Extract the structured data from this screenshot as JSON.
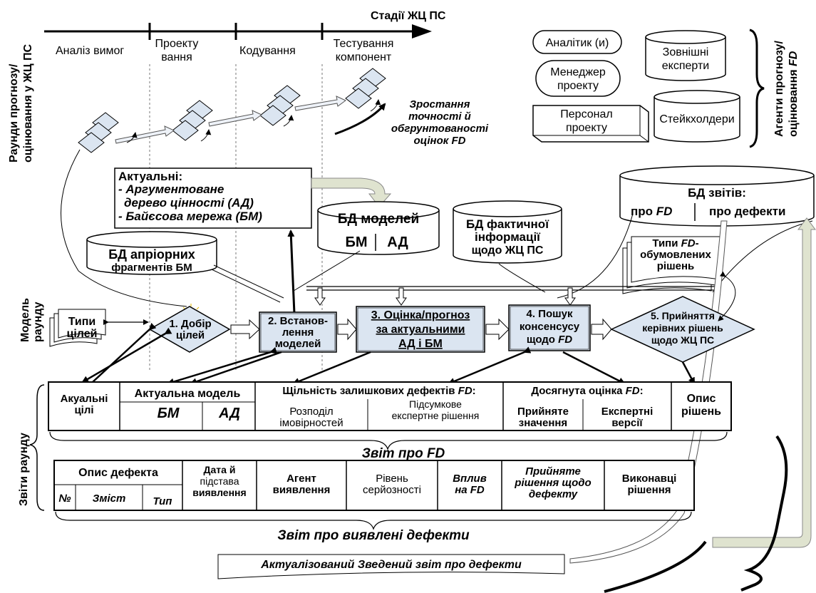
{
  "timeline": {
    "title": "Стадії ЖЦ ПС",
    "stage1": "Аналіз вимог",
    "stage2_line1": "Проекту",
    "stage2_line2": "вання",
    "stage3": "Кодування",
    "stage4_line1": "Тестування",
    "stage4_line2": "компонент"
  },
  "left_axis": {
    "line1": "Раунди прогнозу/",
    "line2": "оцінювання у ЖЦ ПС"
  },
  "accuracy": {
    "line1": "Зростання",
    "line2": "точності й",
    "line3": "обгрунтованості",
    "line4": "оцінок FD"
  },
  "agents": {
    "axis_line1": "Агенти прогнозу/",
    "axis_line2_prefix": "оцінювання ",
    "axis_line2_fd": "FD",
    "analyst": "Аналітик (и)",
    "manager_line1": "Менеджер",
    "manager_line2": "проекту",
    "personnel_line1": "Персонал",
    "personnel_line2": "проекту",
    "external_line1": "Зовнішні",
    "external_line2": "експерти",
    "stakeholders": "Стейкхолдери"
  },
  "actual_box": {
    "title": "Актуальні:",
    "item1_line1": "- Аргументоване",
    "item1_line2": "дерево цінності (АД)",
    "item2": "- Байєсова мережа (БМ)"
  },
  "databases": {
    "models_title": "БД моделей",
    "models_left": "БМ",
    "models_right": "АД",
    "apriori_line1": "БД апріорних",
    "apriori_line2": "фрагментів БМ",
    "factual_line1": "БД фактичної",
    "factual_line2": "інформації",
    "factual_line3": "щодо ЖЦ ПС",
    "reports_title": "БД звітів:",
    "reports_left_prefix": "про ",
    "reports_left_fd": "FD",
    "reports_right": "про дефекти"
  },
  "decision_types": {
    "line1_prefix": "Типи ",
    "line1_fd": "FD",
    "line1_suffix": "-",
    "line2": "обумовлених",
    "line3": "рішень"
  },
  "round_model": {
    "label_line1": "Модель",
    "label_line2": "раунду",
    "goal_types_line1": "Типи",
    "goal_types_line2": "цілей",
    "step1_line1": "1. Добір",
    "step1_line2": "цілей",
    "step2_line1": "2. Встанов-",
    "step2_line2": "лення",
    "step2_line3": "моделей",
    "step3_line1": "3. Оцінка/прогноз",
    "step3_line2": "за актуальними",
    "step3_line3": "АД і БМ",
    "step4_line1": "4. Пошук",
    "step4_line2": "консенсусу",
    "step4_line3_prefix": "щодо ",
    "step4_line3_fd": "FD",
    "step5_line1": "5. Прийняття",
    "step5_line2": "керівних рішень",
    "step5_line3": "щодо ЖЦ ПС"
  },
  "round_reports_label": "Звіти раунду",
  "fd_report": {
    "col_goals_line1": "Акуальні",
    "col_goals_line2": "цілі",
    "col_model": "Актуальна модель",
    "col_model_bm": "БМ",
    "col_model_ad": "АД",
    "col_density_prefix": "Щільність залишкових дефектів ",
    "col_density_fd": "FD",
    "col_density_suffix": ":",
    "col_distribution_line1": "Розподіл",
    "col_distribution_line2": "імовірностей",
    "col_final_line1": "Підсумкове",
    "col_final_line2": "експертне рішення",
    "col_achieved_prefix": "Досягнута оцінка ",
    "col_achieved_fd": "FD",
    "col_achieved_suffix": ":",
    "col_accepted_line1": "Прийняте",
    "col_accepted_line2": "значення",
    "col_expert_line1": "Експертні",
    "col_expert_line2": "версії",
    "col_decisions_line1": "Опис",
    "col_decisions_line2": "рішень",
    "caption": "Звіт про FD"
  },
  "defect_report": {
    "col_desc": "Опис дефекта",
    "col_no": "№",
    "col_content": "Зміст",
    "col_type": "Тип",
    "col_date_line1": "Дата й",
    "col_date_line2": "підстава",
    "col_date_line3": "виявлення",
    "col_agent_line1": "Агент",
    "col_agent_line2": "виявлення",
    "col_severity_line1": "Рівень",
    "col_severity_line2": "серйозності",
    "col_impact_line1": "Вплив",
    "col_impact_line2": "на FD",
    "col_decision_line1": "Прийняте",
    "col_decision_line2": "рішення щодо",
    "col_decision_line3": "дефекту",
    "col_executors_line1": "Виконавці",
    "col_executors_line2": "рішення",
    "caption": "Звіт про виявлені дефекти"
  },
  "summary_report": "Актуалізований Зведений звіт про дефекти"
}
